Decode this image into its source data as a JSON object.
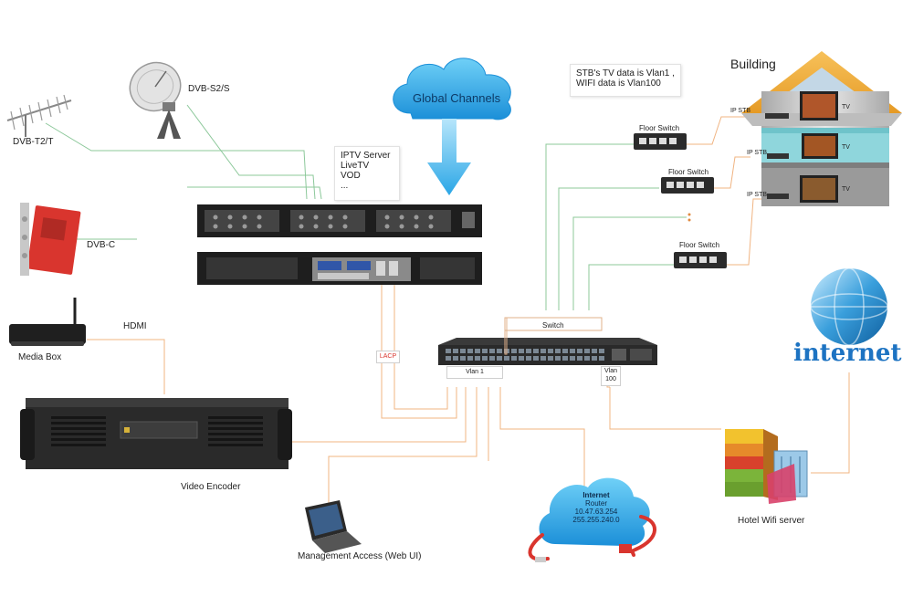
{
  "nodes": {
    "dvb_t2": "DVB-T2/T",
    "dvb_s2": "DVB-S2/S",
    "dvb_c": "DVB-C",
    "media_box": "Media Box",
    "hdmi": "HDMI",
    "video_encoder": "Video Encoder",
    "management": "Management Access (Web UI)",
    "hotel_wifi": "Hotel Wifi server",
    "internet_logo": "internet",
    "building": "Building"
  },
  "cloud": {
    "label": "Global Channels"
  },
  "iptv_server": {
    "lines": [
      "IPTV Server",
      "LiveTV",
      "VOD",
      "..."
    ]
  },
  "note_vlan": {
    "line1": "STB's TV data is Vlan1 ,",
    "line2": "WIFI data is Vlan100"
  },
  "switch": {
    "label": "Switch",
    "vlan1": "Vlan 1",
    "vlan100_a": "Vlan",
    "vlan100_b": "100"
  },
  "lacp": "LACP",
  "floor_switch": "Floor Switch",
  "ip_stb": "IP STB",
  "tv": "TV",
  "router": {
    "line1": "Internet",
    "line2": "Router",
    "line3": "10.47.63.254",
    "line4": "255.255.240.0"
  },
  "colors": {
    "link_green": "#8cc89a",
    "link_orange": "#f0b482",
    "cloud_blue": "#2aa6e6",
    "roof": "#f2a838"
  }
}
